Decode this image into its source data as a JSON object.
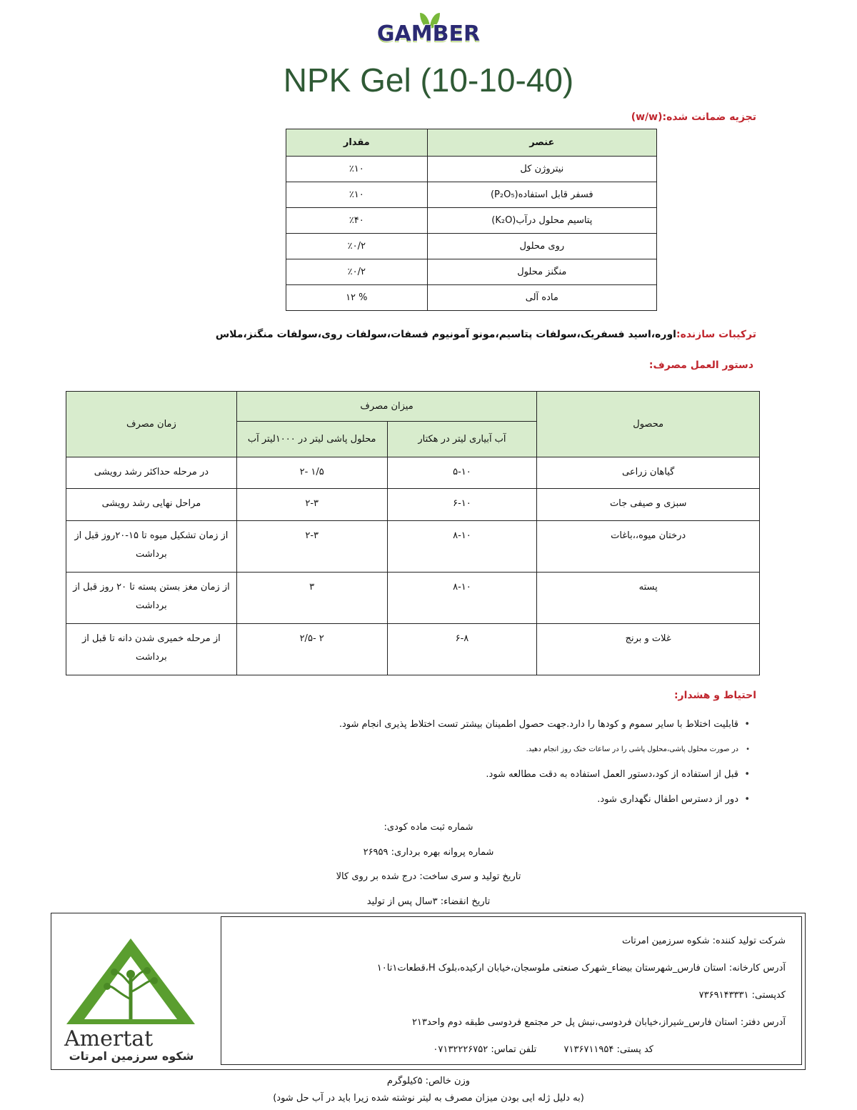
{
  "brand": {
    "name": "GAMBER",
    "leaf_color": "#78b83a",
    "name_color": "#2b2a72"
  },
  "title": "NPK Gel  (10-10-40)",
  "guaranteed_analysis": {
    "heading": "تجزیه ضمانت شده:(w/w)",
    "headers": [
      "عنصر",
      "مقدار"
    ],
    "rows": [
      [
        "نیتروژن کل",
        "٪۱۰"
      ],
      [
        "فسفر قابل استفاده(P₂O₅)",
        "٪۱۰"
      ],
      [
        "پتاسیم محلول درآب(K₂O)",
        "٪۴۰"
      ],
      [
        "روی محلول",
        "٪۰/۲"
      ],
      [
        "منگنز محلول",
        "٪۰/۲"
      ],
      [
        "ماده آلی",
        "% ۱۲"
      ]
    ]
  },
  "ingredients": {
    "label": "ترکیبات سازنده:",
    "text": "اوره،اسید فسفریک،سولفات پتاسیم،مونو آمونیوم فسفات،سولفات روی،سولفات منگنز،ملاس"
  },
  "instructions": {
    "heading": "دستور العمل مصرف:",
    "header_product": "محصول",
    "header_rate": "میزان مصرف",
    "header_irrigation": "آب آبیاری لیتر در هکتار",
    "header_spray": "محلول پاشی لیتر در ۱۰۰۰لیتر آب",
    "header_time": "زمان مصرف",
    "rows": [
      [
        "گیاهان زراعی",
        "۵-۱۰",
        "۱/۵ -۲",
        "در مرحله حداکثر رشد رویشی"
      ],
      [
        "سبزی و صیفی جات",
        "۶-۱۰",
        "۲-۳",
        "مراحل نهایی رشد رویشی"
      ],
      [
        "درختان میوه،،باغات",
        "۸-۱۰",
        "۲-۳",
        "از زمان تشکیل میوه تا ۱۵-۲۰روز قبل از برداشت"
      ],
      [
        "پسته",
        "۸-۱۰",
        "۳",
        "از زمان مغز بستن پسته تا ۲۰ روز قبل از برداشت"
      ],
      [
        "غلات و برنج",
        "۶-۸",
        "۲ -۲/۵",
        "از مرحله خمیری شدن دانه تا قبل از برداشت"
      ]
    ]
  },
  "cautions": {
    "heading": "احتیاط و هشدار:",
    "items": [
      "قابلیت اختلاط با سایر سموم و کودها را دارد.جهت حصول اطمینان بیشتر تست اختلاط پذیری انجام شود.",
      "در صورت محلول پاشی،محلول پاشی را در ساعات خنک روز انجام دهید.",
      "قبل از استفاده از کود،دستور العمل استفاده به دقت مطالعه شود.",
      "دور از دسترس اطفال نگهداری شود."
    ]
  },
  "registration": {
    "reg_number": "شماره ثبت ماده کودی:",
    "license": "شماره پروانه بهره برداری: ۲۶۹۵۹",
    "production_date": "تاریخ تولید و سری ساخت: درج شده بر روی کالا",
    "expiry": "تاریخ انقضاء: ۳سال پس از تولید"
  },
  "manufacturer": {
    "company": "شرکت تولید کننده: شکوه سرزمین امرتات",
    "factory_address": "آدرس کارخانه: استان فارس_شهرستان بیضاء_شهرک صنعتی ملوسجان،خیابان ارکیده،بلوک H،قطعات۱تا۱۰",
    "postal_code": "کدپستی: ۷۳۶۹۱۴۳۳۳۱",
    "office_address": "آدرس دفتر: استان فارس_شیراز،خیابان فردوسی،نبش پل حر مجتمع فردوسی طبقه دوم واحد۲۱۳",
    "office_postal": "کد پستی:  ۷۱۳۶۷۱۱۹۵۴",
    "phone": "تلفن تماس: ۰۷۱۳۲۲۲۶۷۵۲",
    "logo_word": "Amertat",
    "logo_fa": "شکوه سرزمین امرتات",
    "logo_color": "#5a9e2f"
  },
  "net_weight": "وزن خالص: ۵کیلوگرم",
  "footnote": "(به دلیل ژله ایی بودن میزان مصرف به لیتر نوشته شده زیرا باید در آب حل شود)"
}
